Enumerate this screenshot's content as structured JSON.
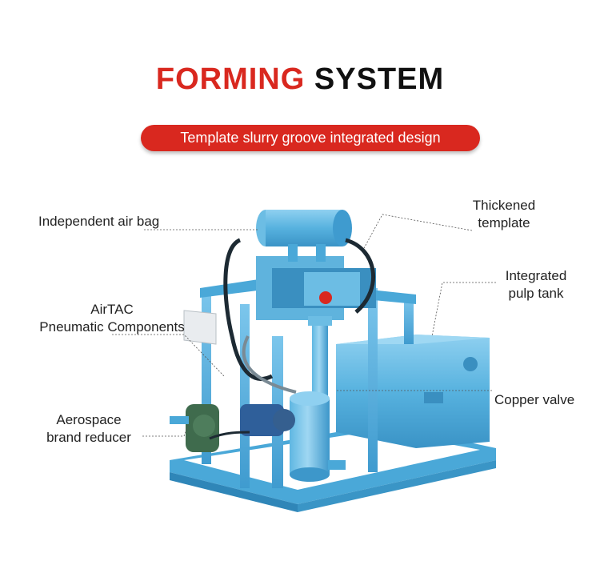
{
  "title": {
    "part1": "FORMING",
    "part2": "SYSTEM"
  },
  "banner": "Template slurry groove integrated design",
  "callouts": {
    "air_bag": "Independent air bag",
    "airtac_1": "AirTAC",
    "airtac_2": "Pneumatic Components",
    "reducer_1": "Aerospace",
    "reducer_2": "brand reducer",
    "thickened_1": "Thickened",
    "thickened_2": "template",
    "pulp_1": "Integrated",
    "pulp_2": "pulp tank",
    "copper": "Copper valve"
  },
  "colors": {
    "accent": "#d9281f",
    "machine_blue": "#4aa8d8"
  }
}
